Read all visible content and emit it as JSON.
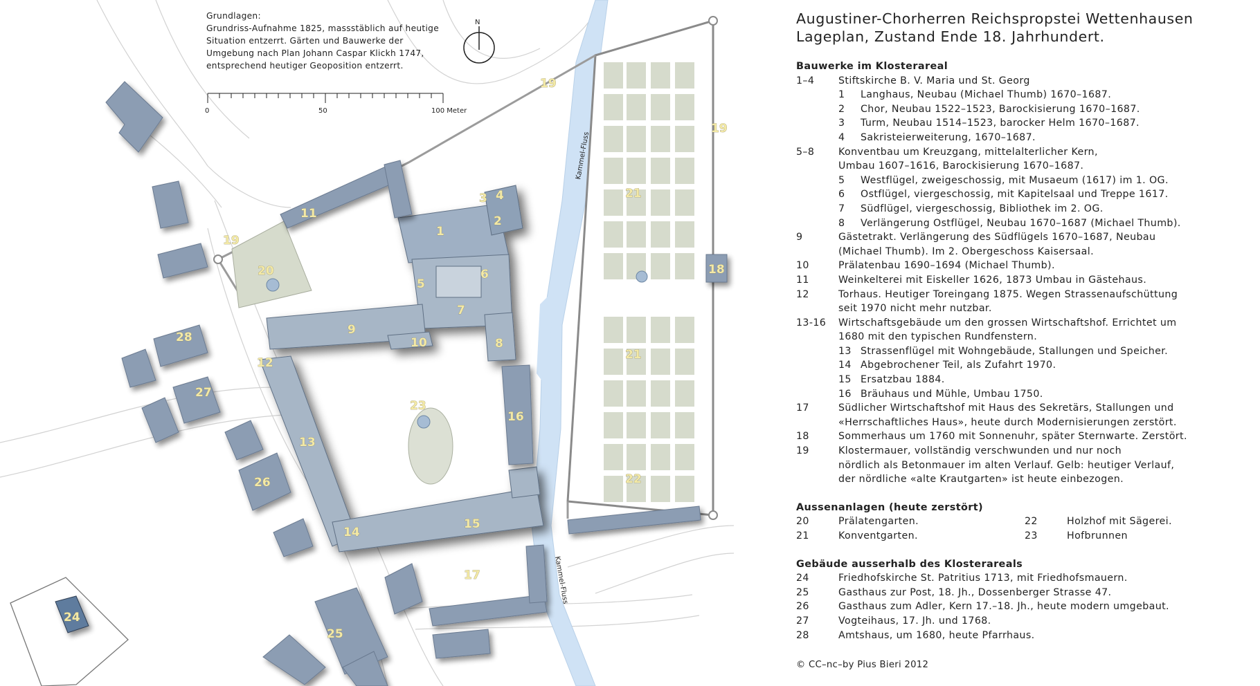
{
  "basis": {
    "heading": "Grundlagen:",
    "lines": [
      "Grundriss-Aufnahme 1825, massstäblich auf heutige",
      "Situation entzerrt. Gärten und Bauwerke der",
      "Umgebung nach Plan Johann Caspar Klickh 1747,",
      "entsprechend heutiger Geoposition entzerrt."
    ]
  },
  "scale": {
    "ticks": [
      "0",
      "50",
      "100 Meter"
    ]
  },
  "north": "N",
  "river_labels": [
    "Kammel-Fluss",
    "Kammel-Fluss"
  ],
  "map_numbers": [
    "1",
    "2",
    "3",
    "4",
    "5",
    "6",
    "7",
    "8",
    "9",
    "10",
    "11",
    "12",
    "13",
    "14",
    "15",
    "16",
    "17",
    "18",
    "19",
    "19",
    "19",
    "20",
    "21",
    "21",
    "22",
    "23",
    "24",
    "25",
    "26",
    "27",
    "28"
  ],
  "title": {
    "line1": "Augustiner-Chorherren Reichspropstei Wettenhausen",
    "line2": "Lageplan, Zustand Ende 18. Jahrhundert."
  },
  "section1": {
    "heading": "Bauwerke im Klosterareal",
    "rows": [
      {
        "n": "1–4",
        "t": "Stiftskirche B. V. Maria und St. Georg"
      },
      {
        "n2": "1",
        "t": "Langhaus, Neubau (Michael Thumb) 1670–1687."
      },
      {
        "n2": "2",
        "t": "Chor, Neubau 1522–1523, Barockisierung 1670–1687."
      },
      {
        "n2": "3",
        "t": "Turm, Neubau 1514–1523, barocker Helm 1670–1687."
      },
      {
        "n2": "4",
        "t": "Sakristeierweiterung, 1670–1687."
      },
      {
        "n": "5–8",
        "t": "Konventbau um Kreuzgang, mittelalterlicher Kern,"
      },
      {
        "cont": "Umbau 1607–1616, Barockisierung 1670–1687."
      },
      {
        "n2": "5",
        "t": "Westflügel, zweigeschossig, mit Musaeum (1617) im 1. OG."
      },
      {
        "n2": "6",
        "t": "Ostflügel, viergeschossig, mit Kapitelsaal und Treppe 1617."
      },
      {
        "n2": "7",
        "t": "Südflügel, viergeschossig, Bibliothek im 2. OG."
      },
      {
        "n2": "8",
        "t": "Verlängerung Ostflügel, Neubau 1670–1687 (Michael Thumb)."
      },
      {
        "n": "9",
        "t": "Gästetrakt. Verlängerung des Südflügels 1670–1687, Neubau"
      },
      {
        "cont": "(Michael Thumb). Im 2. Obergeschoss Kaisersaal."
      },
      {
        "n": "10",
        "t": "Prälatenbau 1690–1694 (Michael Thumb)."
      },
      {
        "n": "11",
        "t": "Weinkelterei mit Eiskeller 1626, 1873 Umbau in Gästehaus."
      },
      {
        "n": "12",
        "t": "Torhaus. Heutiger Toreingang 1875. Wegen Strassenaufschüttung"
      },
      {
        "cont": "seit 1970 nicht mehr nutzbar."
      },
      {
        "n": "13-16",
        "t": "Wirtschaftsgebäude um den grossen Wirtschaftshof. Errichtet um"
      },
      {
        "cont": "1680 mit den typischen Rundfenstern."
      },
      {
        "n2": "13",
        "t": "Strassenflügel mit Wohngebäude, Stallungen und Speicher."
      },
      {
        "n2": "14",
        "t": "Abgebrochener Teil, als Zufahrt 1970."
      },
      {
        "n2": "15",
        "t": "Ersatzbau 1884."
      },
      {
        "n2": "16",
        "t": "Bräuhaus und Mühle, Umbau 1750."
      },
      {
        "n": "17",
        "t": "Südlicher Wirtschaftshof mit Haus des Sekretärs, Stallungen und"
      },
      {
        "cont": "«Herrschaftliches Haus», heute durch Modernisierungen zerstört."
      },
      {
        "n": "18",
        "t": "Sommerhaus um 1760 mit Sonnenuhr, später Sternwarte. Zerstört."
      },
      {
        "n": "19",
        "t": "Klostermauer, vollständig verschwunden und nur noch"
      },
      {
        "cont": "nördlich als Betonmauer im alten Verlauf. Gelb: heutiger Verlauf,"
      },
      {
        "cont": "der nördliche «alte Krautgarten» ist heute einbezogen."
      }
    ]
  },
  "section2": {
    "heading": "Aussenanlagen (heute zerstört)",
    "left": [
      {
        "n": "20",
        "t": "Prälatengarten."
      },
      {
        "n": "21",
        "t": "Konventgarten."
      }
    ],
    "right": [
      {
        "n": "22",
        "t": "Holzhof mit Sägerei."
      },
      {
        "n": "23",
        "t": "Hofbrunnen"
      }
    ]
  },
  "section3": {
    "heading": "Gebäude ausserhalb des Klosterareals",
    "rows": [
      {
        "n": "24",
        "t": "Friedhofskirche St. Patritius 1713, mit Friedhofsmauern."
      },
      {
        "n": "25",
        "t": "Gasthaus zur Post, 18. Jh., Dossenberger Strasse 47."
      },
      {
        "n": "26",
        "t": "Gasthaus zum Adler, Kern 17.–18. Jh., heute modern umgebaut."
      },
      {
        "n": "27",
        "t": "Vogteihaus, 17. Jh. und 1768."
      },
      {
        "n": "28",
        "t": "Amtshaus, um 1680, heute Pfarrhaus."
      }
    ]
  },
  "copyright": "© CC–nc–by Pius Bieri 2012",
  "colors": {
    "building": "#8c9db3",
    "monastery": "#a7b6c6",
    "garden": "#d6dbcc",
    "river": "#cfe2f5",
    "road": "#f2f2f2",
    "wall": "#8a8a8a",
    "label": "#f3e9a6"
  }
}
